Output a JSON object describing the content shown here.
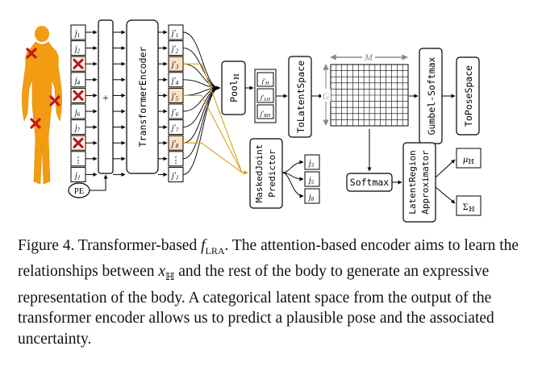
{
  "diagram": {
    "input_tokens": [
      "j1",
      "j2",
      "",
      "j4",
      "",
      "j6",
      "j7",
      "",
      "⋮",
      "jJ"
    ],
    "input_tokens_sub": [
      "1",
      "2",
      "",
      "4",
      "",
      "6",
      "7",
      "",
      "",
      "J"
    ],
    "output_tokens_sub": [
      "1",
      "2",
      "3",
      "4",
      "5",
      "6",
      "7",
      "8",
      "",
      "J"
    ],
    "masked_rows": [
      2,
      4,
      7
    ],
    "pe_label": "PE",
    "plus_label": "+",
    "encoder_label": "TransformerEncoder",
    "pool_label": "Pool",
    "pool_sub": "ℍ",
    "pooled_tokens": [
      "j′H",
      "j′LH",
      "j′RH"
    ],
    "to_latent_label": "ToLatentSpace",
    "grid_top_label": "M",
    "grid_side_label": "G",
    "gumbel_label": "Gumbel-Softmax",
    "to_pose_label": "ToPoseSpace",
    "softmax_label": "Softmax",
    "approx_label_1": "LatentRegion",
    "approx_label_2": "Approximator",
    "mu_label": "μ",
    "sigma_label": "Σ",
    "hyp_sub": "ℍ",
    "masked_pred_label_1": "MaskedJoint",
    "masked_pred_label_2": "Predictor",
    "predicted_tokens_sub": [
      "3",
      "5",
      "8"
    ],
    "colors": {
      "masked_token": "#fbe3c0",
      "arrow_gold": "#d9a21a",
      "cross": "#c01818",
      "body": "#f39c12"
    }
  },
  "caption": {
    "prefix": "Figure 4.  Transformer-based ",
    "f": "f",
    "f_sub": "LRA",
    "middle": ".  The attention-based encoder aims to learn the relationships between ",
    "x": "x",
    "x_sub": "ℍ",
    "rest": " and the rest of the body to generate an expressive representation of the body. A categorical latent space from the output of the transformer encoder allows us to predict a plausible pose and the associated uncertainty."
  }
}
